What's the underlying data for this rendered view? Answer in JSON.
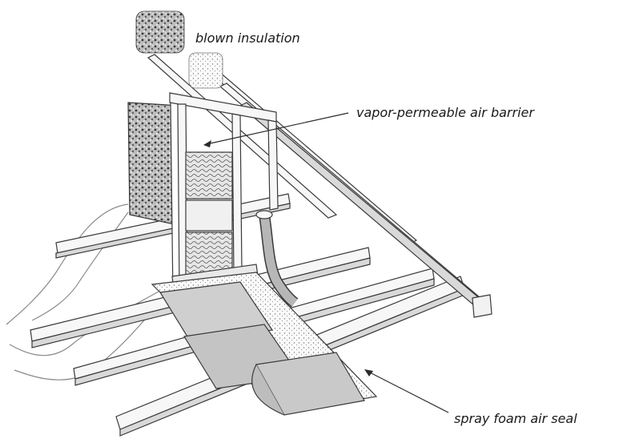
{
  "labels": {
    "blown_insulation": "blown insulation",
    "air_barrier": "vapor-permeable air barrier",
    "spray_foam": "spray foam air seal"
  },
  "colors": {
    "line": "#3a3a3a",
    "wood_fill": "#f7f7f7",
    "wood_shadow": "#d9d9d9",
    "duct_gray": "#b7b7b7",
    "insulation_dark": "#4a4a4a"
  }
}
